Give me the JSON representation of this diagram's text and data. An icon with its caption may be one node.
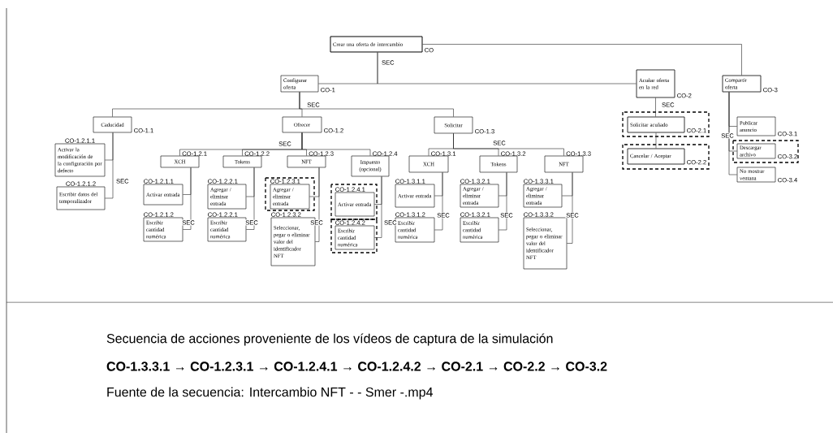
{
  "diagram": {
    "nodes": [
      {
        "text": [
          "Crear una oferta de intercambio"
        ],
        "beside": [
          "CO"
        ]
      },
      {
        "text": [
          "Configurar oferta"
        ],
        "beside": [
          "CO-1"
        ]
      },
      {
        "text": [
          "Acuñar oferta en la red"
        ],
        "beside": [
          "CO-2"
        ]
      },
      {
        "text": [
          "Compartir oferta"
        ],
        "beside": [
          "CO-3"
        ]
      },
      {
        "text": [
          "Caducidad"
        ],
        "beside": [
          "CO-1.1"
        ]
      },
      {
        "text": [
          "Ofrecer"
        ],
        "beside": [
          "CO-1.2"
        ]
      },
      {
        "text": [
          "Solicitar"
        ],
        "beside": [
          "CO-1.3"
        ]
      },
      {
        "text": [
          "Activar la modificación de la configuración por defecto"
        ],
        "beside": [
          "CO-1.2.1.1"
        ]
      },
      {
        "text": [
          "Escribir datos del temporalizador"
        ],
        "beside": [
          "CO-1.2.1.2"
        ]
      },
      {
        "text": [
          "XCH"
        ],
        "beside": [
          "CO-1.2.1"
        ]
      },
      {
        "text": [
          "Tokens"
        ],
        "beside": [
          "CO-1.2.2"
        ]
      },
      {
        "text": [
          "NFT"
        ],
        "beside": [
          "CO-1.2.3"
        ]
      },
      {
        "text": [
          "Impuesto (opcional)"
        ],
        "beside": [
          "CO-1.2.4"
        ]
      },
      {
        "text": [
          "Activar entrada"
        ],
        "beside": [
          "CO-1.2.1.1"
        ]
      },
      {
        "text": [
          "Escribir cantidad numérica"
        ],
        "beside": [
          "CO-1.2.1.2"
        ]
      },
      {
        "text": [
          "Agregar / eliminar entrada"
        ],
        "beside": [
          "CO-1.2.2.1"
        ]
      },
      {
        "text": [
          "Escribir cantidad numérica"
        ],
        "beside": [
          "CO-1.2.2.1"
        ]
      },
      {
        "text": [
          "Agregar / eliminar entrada"
        ],
        "beside": [
          "CO-1.2.3.1"
        ]
      },
      {
        "text": [
          "Seleccionar, pegar o eliminar valor del identificador NFT"
        ],
        "beside": [
          "CO-1.2.3.2"
        ]
      },
      {
        "text": [
          "Activar entrada"
        ],
        "beside": [
          "CO-1.2.4.1"
        ]
      },
      {
        "text": [
          "Escribir cantidad numérica"
        ],
        "beside": [
          "CO-1.2.4.2"
        ]
      },
      {
        "text": [
          "XCH"
        ],
        "beside": [
          "CO-1.3.1"
        ]
      },
      {
        "text": [
          "Tokens"
        ],
        "beside": [
          "CO-1.3.2"
        ]
      },
      {
        "text": [
          "NFT"
        ],
        "beside": [
          "CO-1.3.3"
        ]
      },
      {
        "text": [
          "Activar entrada"
        ],
        "beside": [
          "CO-1.3.1.1"
        ]
      },
      {
        "text": [
          "Escribir cantidad numérica"
        ],
        "beside": [
          "CO-1.3.1.2"
        ]
      },
      {
        "text": [
          "Agregar / eliminar entrada"
        ],
        "beside": [
          "CO-1.3.2.1"
        ]
      },
      {
        "text": [
          "Escribir cantidad numérica"
        ],
        "beside": [
          "CO-1.3.2.1"
        ]
      },
      {
        "text": [
          "Agregar / eliminar entrada"
        ],
        "beside": [
          "CO-1.3.3.1"
        ]
      },
      {
        "text": [
          "Seleccionar, pegar o eliminar valor del identificador NFT"
        ],
        "beside": [
          "CO-1.3.3.2"
        ]
      },
      {
        "text": [
          "Solicitar acuñado"
        ],
        "beside": [
          "CO-2.1"
        ]
      },
      {
        "text": [
          "Cancelar / Aceptar"
        ],
        "beside": [
          "CO-2.2"
        ]
      },
      {
        "text": [
          "Publicar anuncio"
        ],
        "beside": [
          "CO-3.1"
        ]
      },
      {
        "text": [
          "Descargar archivo"
        ],
        "beside": [
          "CO-3.2"
        ]
      },
      {
        "text": [
          "No mostrar ventana"
        ],
        "beside": [
          "CO-3.4"
        ]
      }
    ],
    "edges": [
      {
        "from": 0,
        "to": 1,
        "arrow": "none"
      },
      {
        "from": 0,
        "to": 2,
        "arrow": "none"
      },
      {
        "from": 0,
        "to": 3,
        "arrow": "none"
      },
      {
        "from": 1,
        "to": 4,
        "arrow": "none"
      },
      {
        "from": 1,
        "to": 5,
        "arrow": "none"
      },
      {
        "from": 1,
        "to": 6,
        "arrow": "none"
      },
      {
        "from": 4,
        "to": 7,
        "arrow": "none"
      },
      {
        "from": 4,
        "to": 8,
        "arrow": "none"
      },
      {
        "from": 5,
        "to": 9,
        "arrow": "none"
      },
      {
        "from": 5,
        "to": 10,
        "arrow": "none"
      },
      {
        "from": 5,
        "to": 11,
        "arrow": "none"
      },
      {
        "from": 5,
        "to": 12,
        "arrow": "none"
      },
      {
        "from": 6,
        "to": 21,
        "arrow": "none"
      },
      {
        "from": 6,
        "to": 22,
        "arrow": "none"
      },
      {
        "from": 6,
        "to": 23,
        "arrow": "none"
      },
      {
        "from": 9,
        "to": 13,
        "arrow": "none"
      },
      {
        "from": 9,
        "to": 14,
        "arrow": "none"
      },
      {
        "from": 10,
        "to": 15,
        "arrow": "none"
      },
      {
        "from": 10,
        "to": 16,
        "arrow": "none"
      },
      {
        "from": 11,
        "to": 17,
        "arrow": "none"
      },
      {
        "from": 11,
        "to": 18,
        "arrow": "none"
      },
      {
        "from": 12,
        "to": 19,
        "arrow": "none"
      },
      {
        "from": 12,
        "to": 20,
        "arrow": "none"
      },
      {
        "from": 21,
        "to": 24,
        "arrow": "none"
      },
      {
        "from": 21,
        "to": 25,
        "arrow": "none"
      },
      {
        "from": 22,
        "to": 26,
        "arrow": "none"
      },
      {
        "from": 22,
        "to": 27,
        "arrow": "none"
      },
      {
        "from": 23,
        "to": 28,
        "arrow": "none"
      },
      {
        "from": 23,
        "to": 29,
        "arrow": "none"
      },
      {
        "from": 2,
        "to": 30,
        "arrow": "none"
      },
      {
        "from": 30,
        "to": 31,
        "arrow": "none"
      },
      {
        "from": 3,
        "to": 32,
        "arrow": "none"
      },
      {
        "from": 3,
        "to": 33,
        "arrow": "none"
      },
      {
        "from": 3,
        "to": 34,
        "arrow": "none"
      }
    ],
    "labels": [
      "SEC",
      "SEC",
      "SEC",
      "SEC",
      "SEC",
      "SEC",
      "SEC",
      "SEC",
      "SEC",
      "SEC",
      "SEC",
      "SEC",
      "SEC",
      "SEC",
      "Secuencia de acciones proveniente de los vídeos de captura de la simulación",
      "CO-1.3.3.1 → CO-1.2.3.1 → CO-1.2.4.1 → CO-1.2.4.2 → CO-2.1 → CO-2.2 → CO-3.2",
      "Fuente de la secuencia: Intercambio NFT - - Smer -.mp4"
    ]
  }
}
